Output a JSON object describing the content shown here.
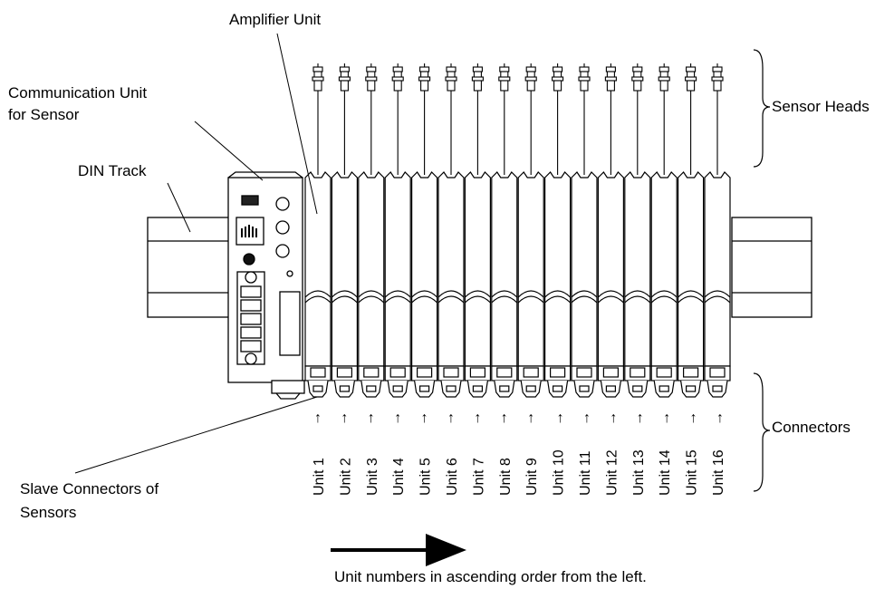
{
  "labels": {
    "amplifier_unit": "Amplifier Unit",
    "communication_unit_line1": "Communication Unit",
    "communication_unit_line2": "for Sensor",
    "din_track": "DIN Track",
    "sensor_heads": "Sensor Heads",
    "connectors": "Connectors",
    "slave_connectors_line1": "Slave Connectors of",
    "slave_connectors_line2": "Sensors",
    "ascending_note": "Unit numbers in ascending order from the left."
  },
  "units": [
    "Unit 1",
    "Unit 2",
    "Unit 3",
    "Unit 4",
    "Unit 5",
    "Unit 6",
    "Unit 7",
    "Unit 8",
    "Unit 9",
    "Unit 10",
    "Unit 11",
    "Unit 12",
    "Unit 13",
    "Unit 14",
    "Unit 15",
    "Unit 16"
  ],
  "unit_arrow": "↑",
  "unit_arrow_side": "→",
  "colors": {
    "line": "#000000",
    "background": "#ffffff"
  }
}
